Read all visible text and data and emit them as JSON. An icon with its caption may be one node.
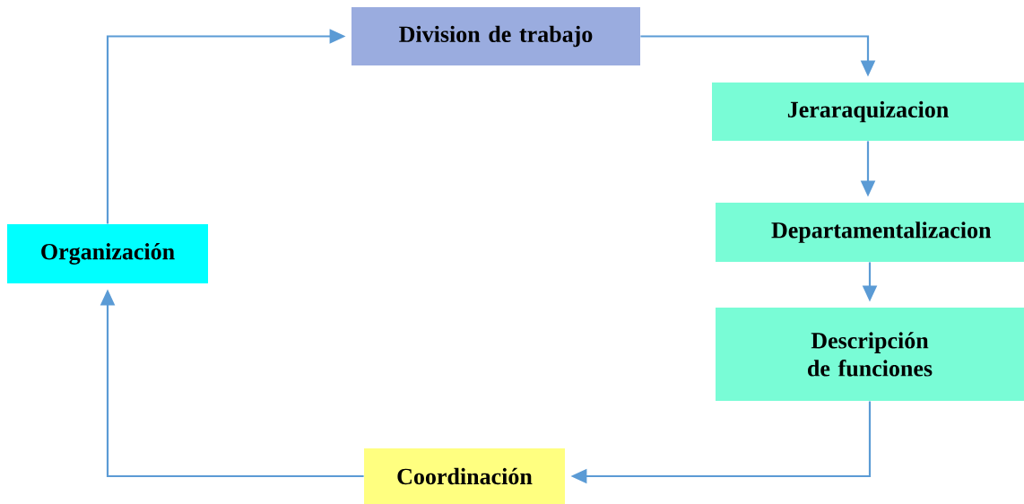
{
  "diagram": {
    "nodes": [
      {
        "text": [
          "Organización"
        ]
      },
      {
        "text": [
          "Division de trabajo"
        ]
      },
      {
        "text": [
          "Jeraraquizacion"
        ]
      },
      {
        "text": [
          "Departamentalizacion"
        ]
      },
      {
        "text": [
          "Descripción de funciones"
        ]
      },
      {
        "text": [
          "Coordinación"
        ]
      }
    ],
    "edges": [
      {
        "from": 0,
        "to": 1,
        "arrow": "to"
      },
      {
        "from": 1,
        "to": 2,
        "arrow": "to"
      },
      {
        "from": 2,
        "to": 3,
        "arrow": "to"
      },
      {
        "from": 3,
        "to": 4,
        "arrow": "to"
      },
      {
        "from": 4,
        "to": 5,
        "arrow": "to"
      },
      {
        "from": 5,
        "to": 0,
        "arrow": "to"
      }
    ]
  }
}
